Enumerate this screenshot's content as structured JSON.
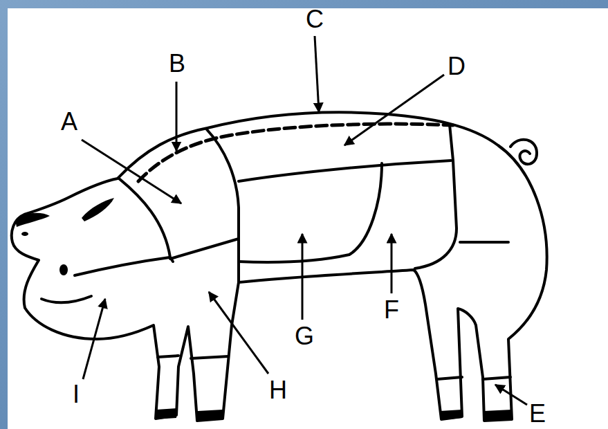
{
  "diagram": {
    "labels": [
      "C",
      "B",
      "D",
      "A",
      "F",
      "G",
      "H",
      "I",
      "E"
    ]
  }
}
